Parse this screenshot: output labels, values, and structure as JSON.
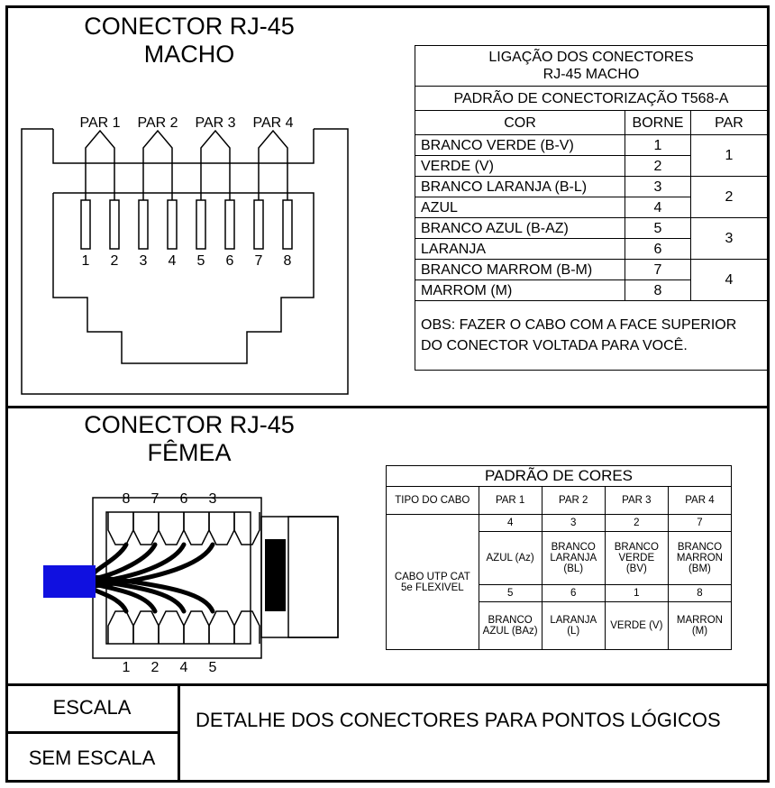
{
  "macho": {
    "title_line1": "CONECTOR RJ-45",
    "title_line2": "MACHO",
    "pair_labels": [
      "PAR 1",
      "PAR 2",
      "PAR 3",
      "PAR 4"
    ],
    "pin_numbers": [
      "1",
      "2",
      "3",
      "4",
      "5",
      "6",
      "7",
      "8"
    ],
    "table": {
      "title_line1": "LIGAÇÃO DOS CONECTORES",
      "title_line2": "RJ-45 MACHO",
      "standard": "PADRÃO DE CONECTORIZAÇÃO T568-A",
      "col_cor": "COR",
      "col_borne": "BORNE",
      "col_par": "PAR",
      "rows": [
        {
          "cor": "BRANCO VERDE (B-V)",
          "borne": "1"
        },
        {
          "cor": "VERDE (V)",
          "borne": "2"
        },
        {
          "cor": "BRANCO LARANJA (B-L)",
          "borne": "3"
        },
        {
          "cor": "AZUL",
          "borne": "4"
        },
        {
          "cor": "BRANCO AZUL (B-AZ)",
          "borne": "5"
        },
        {
          "cor": "LARANJA",
          "borne": "6"
        },
        {
          "cor": "BRANCO MARROM (B-M)",
          "borne": "7"
        },
        {
          "cor": "MARROM (M)",
          "borne": "8"
        }
      ],
      "pars": [
        "1",
        "2",
        "3",
        "4"
      ],
      "obs": "OBS: FAZER O CABO COM A FACE SUPERIOR DO CONECTOR VOLTADA PARA VOCÊ."
    }
  },
  "femea": {
    "title_line1": "CONECTOR RJ-45",
    "title_line2": "FÊMEA",
    "top_numbers": [
      "8",
      "7",
      "6",
      "3"
    ],
    "bottom_numbers": [
      "1",
      "2",
      "4",
      "5"
    ],
    "cable_color": "#1010e0",
    "table": {
      "title": "PADRÃO DE CORES",
      "tipo": "TIPO DO CABO",
      "pares": [
        "PAR 1",
        "PAR 2",
        "PAR 3",
        "PAR 4"
      ],
      "cabo": "CABO UTP CAT 5e FLEXIVEL",
      "row1": [
        "4",
        "3",
        "2",
        "7"
      ],
      "row2": [
        "AZUL (Az)",
        "BRANCO LARANJA (BL)",
        "BRANCO VERDE (BV)",
        "BRANCO MARRON (BM)"
      ],
      "row3": [
        "5",
        "6",
        "1",
        "8"
      ],
      "row4": [
        "BRANCO AZUL (BAz)",
        "LARANJA (L)",
        "VERDE (V)",
        "MARRON (M)"
      ]
    }
  },
  "footer": {
    "escala": "ESCALA",
    "sem_escala": "SEM ESCALA",
    "descricao": "DETALHE DOS CONECTORES PARA PONTOS LÓGICOS"
  }
}
